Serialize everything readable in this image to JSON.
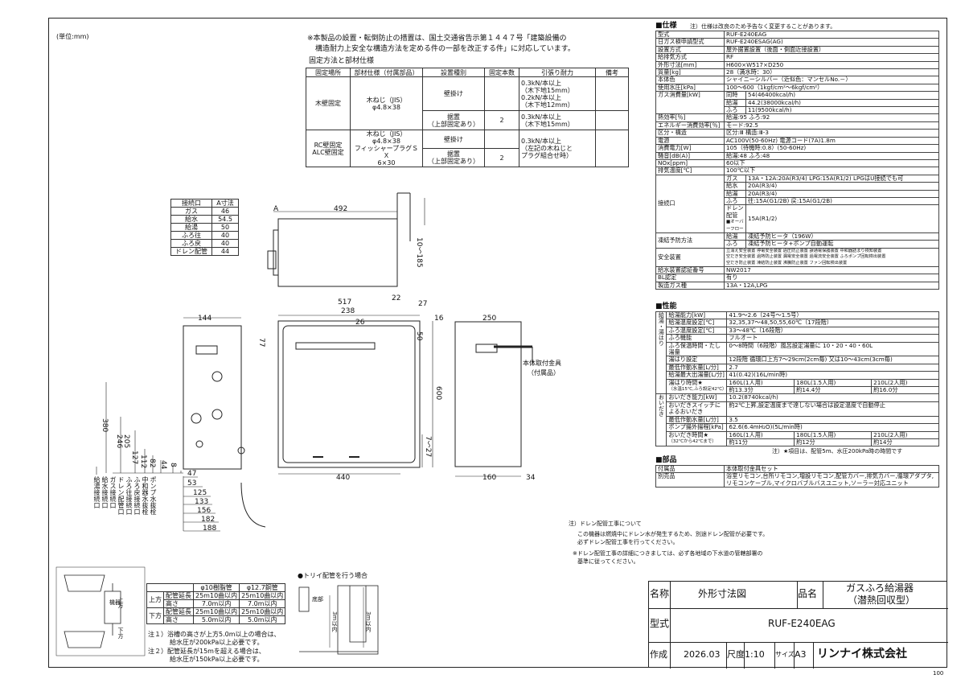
{
  "unit_note": "(単位:mm)",
  "notice": {
    "line1": "※本製品の設置・転倒防止の措置は、国土交通省告示第１４４７号「建築設備の",
    "line2": "構造耐力上安全な構造方法を定める件の一部を改正する件」に対応しています。"
  },
  "fixing": {
    "title": "固定方法と部材仕様",
    "headers": [
      "固定場所",
      "部材仕様（付属部品）",
      "設置種別",
      "固定本数",
      "引張り耐力",
      "備考"
    ],
    "row1": {
      "place": "木壁固定",
      "material1": "木ねじ（JIS）",
      "material2": "φ4.8×38",
      "type_a": "壁掛け",
      "type_b1": "据置",
      "type_b2": "（上部固定あり）",
      "count_b": "2",
      "f1": "0.3kN/本以上",
      "f2": "（木下地15mm）",
      "f3": "0.2kN/本以上",
      "f4": "（木下地12mm）",
      "f5": "0.3kN/本以上",
      "f6": "（木下地15mm）"
    },
    "row2": {
      "place1": "RC壁固定",
      "place2": "ALC壁固定",
      "material1": "木ねじ（JIS）",
      "material2": "φ4.8×38",
      "material3": "フィッシャープラグＳＸ",
      "material4": "6×30",
      "type_a": "壁掛け",
      "type_b1": "据置",
      "type_b2": "（上部固定あり）",
      "count_b": "2",
      "f1": "0.3kN/本以上",
      "f2": "（左記の木ねじと",
      "f3": "プラグ組合せ時）"
    }
  },
  "connection_table": {
    "headers": [
      "接続口",
      "A寸法"
    ],
    "rows": [
      [
        "ガス",
        "46"
      ],
      [
        "給水",
        "54.5"
      ],
      [
        "給湯",
        "50"
      ],
      [
        "ふろ往",
        "40"
      ],
      [
        "ふろ戻",
        "40"
      ],
      [
        "ドレン配管",
        "44"
      ]
    ]
  },
  "dims": {
    "top_width": "492",
    "top_A": "A",
    "top_right": "10～185",
    "front_width": "517",
    "front_238": "238",
    "front_26": "26",
    "front_22": "22",
    "front_27": "27",
    "front_50": "50",
    "front_77": "77",
    "front_600": "600",
    "front_7_27": "7～27",
    "front_440": "440",
    "side_16": "16",
    "side_250": "250",
    "side_160": "160",
    "side_34": "34",
    "side_144": "144",
    "left_vals": [
      "380",
      "246",
      "205",
      "127",
      "112",
      "82",
      "44",
      "8"
    ],
    "bottom_vals": [
      "47",
      "53",
      "125",
      "133",
      "156",
      "182",
      "188"
    ]
  },
  "port_labels": [
    "給湯接続口",
    "給水接続口",
    "ガス接続口",
    "ドレン配管口",
    "ふろ往接続口",
    "ふろ戻接続口",
    "中和器水抜栓",
    "ポンプ水抜栓"
  ],
  "bracket_label": {
    "l1": "本体取付金具",
    "l2": "（付属品）"
  },
  "spec": {
    "title": "■仕様",
    "title_note": "注）仕様は改良のため予告なく変更することがあります。",
    "rows": [
      [
        "型式",
        "RUF-E240EAG"
      ],
      [
        "日ガス検申請型式",
        "RUF-E240ESAG(AG)"
      ],
      [
        "設置方式",
        "屋外据置設置（後面・側面近接設置）"
      ],
      [
        "給排気方式",
        "RF"
      ],
      [
        "外形寸法[mm]",
        "H600×W517×D250"
      ],
      [
        "質量[kg]",
        "28（満水時：30）"
      ],
      [
        "本体色",
        "シャイニーシルバー（近似色：マンセルNo.－）"
      ],
      [
        "使用水圧[kPa]",
        "100～600（1kgf/cm²～6kgf/cm²）"
      ]
    ],
    "gas_label": "ガス消費量[kW]",
    "gas_rows": [
      [
        "同時",
        "54(46400kcal/h)"
      ],
      [
        "給湯",
        "44.2(38000kcal/h)"
      ],
      [
        "ふろ",
        "11(9500kcal/h)"
      ]
    ],
    "rows2": [
      [
        "熱効率[％]",
        "給湯:95 ふろ:92"
      ],
      [
        "エネルギー消費効率[％]",
        "モード:92.5"
      ],
      [
        "区分・構造",
        "区分:Ⅲ 構造:Ⅲ-3"
      ],
      [
        "電源",
        "AC100V(50-60Hz) 電源コード(7A)1.8m"
      ],
      [
        "消費電力[W]",
        "105（待機時:0.8）(50-60Hz)"
      ],
      [
        "騒音[dB(A)]",
        "給湯:48 ふろ:48"
      ],
      [
        "NOx[ppm]",
        "60以下"
      ],
      [
        "排気温度[℃]",
        "100℃以下"
      ]
    ],
    "conn_label": "接続口",
    "conn_rows": [
      [
        "ガス",
        "13A・12A:20A(R3/4) LPG:15A(R1/2) LPGはU接続でも可"
      ],
      [
        "給水",
        "20A(R3/4)"
      ],
      [
        "給湯",
        "20A(R3/4)"
      ],
      [
        "ふろ",
        "往:15A(G1/2B) 戻:15A(G1/2B)"
      ],
      [
        "ドレン配管",
        "15A(R1/2)"
      ]
    ],
    "drain_sub": "■オーバーフロー",
    "freeze_label": "凍結予防方法",
    "freeze_rows": [
      [
        "給湯",
        "凍結予防ヒータ（196W）"
      ],
      [
        "ふろ",
        "凍結予防ヒータ+ポンプ自動運転"
      ]
    ],
    "safety_label": "安全装置",
    "safety_lines": [
      "立消え安全装置 停電安全装置 過圧防止装置 誤通電保護装置 中和器詰まり検知装置",
      "空だき安全装置 過熱防止装置 漏電安全装置 過電流安全装置 ふろポンプ回転検出装置",
      "空だき防止装置 凍結防止装置 沸騰防止装置 ファン回転検出装置"
    ],
    "rows3": [
      [
        "給水装置認証番号",
        "NW2017"
      ],
      [
        "BL認定",
        "有り"
      ],
      [
        "製造ガス種",
        "13A・12A,LPG"
      ]
    ]
  },
  "perf": {
    "title": "■性能",
    "side1": "給湯・湯はり",
    "rows1": [
      [
        "給湯能力[kW]",
        "41.9～2.6（24号～1.5号）"
      ],
      [
        "給湯温度設定[℃]",
        "32,35,37～48,50,55,60℃（17段階）"
      ],
      [
        "ふろ温度設定[℃]",
        "33～48℃（16段階）"
      ],
      [
        "ふろ機能",
        "フルオート"
      ],
      [
        "ふろ保温時間・たし湯量",
        "0～8時間（6段階）風呂設定湯量に 10・20・40・60L"
      ],
      [
        "湯はり設定",
        "12段階 循環口上方7～29cm(2cm毎) 又は10～43cm(3cm毎)"
      ],
      [
        "最低作動水量[L/分]",
        "2.7"
      ],
      [
        "給湯最大出湯量[L/分]",
        "41(0.42)(16L/min時)"
      ]
    ],
    "fill_label": "湯はり時間★",
    "fill_sub": "（水温15℃,ふろ設定42℃）",
    "fill_vals": [
      "160L(1人用)",
      "180L(1.5人用)",
      "210L(2人用)"
    ],
    "fill_times": [
      "約13.3分",
      "約14.4分",
      "約16.0分"
    ],
    "side2": "おいだき",
    "rows2": [
      [
        "おいだき能力[kW]",
        "10.2(8740kcal/h)"
      ],
      [
        "おいだきスイッチによるおいだき",
        "約2℃上昇,設定温度まで達しない場合は設定温度で自動停止"
      ],
      [
        "最低作動水量[L/分]",
        "3.5"
      ],
      [
        "ポンプ揚外揚程[kPa]",
        "62.6(6.4mH₂O)(5L/min時)"
      ]
    ],
    "reheat_label": "おいだき時間★",
    "reheat_sub": "（32℃から42℃まで）",
    "reheat_vals": [
      "160L(1人用)",
      "180L(1.5人用)",
      "210L(2人用)"
    ],
    "reheat_times": [
      "約11分",
      "約12分",
      "約14分"
    ],
    "note": "注）★項目は、配管5m、水圧200kPa時の時間です"
  },
  "parts": {
    "title": "■部品",
    "rows": [
      [
        "付属品",
        "本体取付金具セット"
      ],
      [
        "別売品",
        "浴室リモコン,台所リモコン,増設リモコン,配管カバー,排気カバー,循環アダプタ,リモコンケーブル,マイクロバブルバスユニット,ソーラー対応ユニット"
      ]
    ]
  },
  "drain_note": {
    "l1": "注）ドレン配管工事について",
    "l2": "この機器は燃焼中にドレン水が発生するため、別途ドレン配管が必要です。",
    "l3": "必ずドレン配管工事を行ってください。",
    "l4": "※ドレン配管工事の詳細につきましては、必ず各地域の下水道の管轄部署の",
    "l5": "基準に従ってください。"
  },
  "pipe_table": {
    "h1": "φ10樹脂管",
    "h2": "φ12.7銅管",
    "up": "上方",
    "down": "下方",
    "len": "配管延長",
    "ht": "高さ",
    "up_len1": "25m10曲以内",
    "up_ht1": "7.0m以内",
    "up_len2": "25m10曲以内",
    "up_ht2": "7.0m以内",
    "dn_len1": "25m10曲以内",
    "dn_ht1": "5.0m以内",
    "dn_len2": "25m10曲以内",
    "dn_ht2": "5.0m以内",
    "n1": "注１）浴槽の高さが上方5.0m以上の場合は、",
    "n1b": "給水圧が200kPa以上必要です。",
    "n2": "注２）配管延長が15mを超える場合は、",
    "n2b": "給水圧が150kPa以上必要です。",
    "unit_label": "機器",
    "up_lbl": "上方",
    "dn_lbl": "下方"
  },
  "trap": {
    "title": "●トリイ配管を行う場合",
    "base": "底部",
    "h1": "3m以内",
    "h2": "3m以内"
  },
  "titleblock": {
    "name_label": "名称",
    "name": "外形寸法図",
    "product_label": "品名",
    "product1": "ガスふろ給湯器",
    "product2": "（潜熱回収型）",
    "model_label": "型式",
    "model": "RUF-E240EAG",
    "date_label": "作成",
    "date": "2026.03",
    "scale_label": "尺度",
    "scale": "1:10",
    "size_label": "サイズ",
    "size": "A3",
    "company": "リンナイ株式会社"
  },
  "page_no": "100"
}
